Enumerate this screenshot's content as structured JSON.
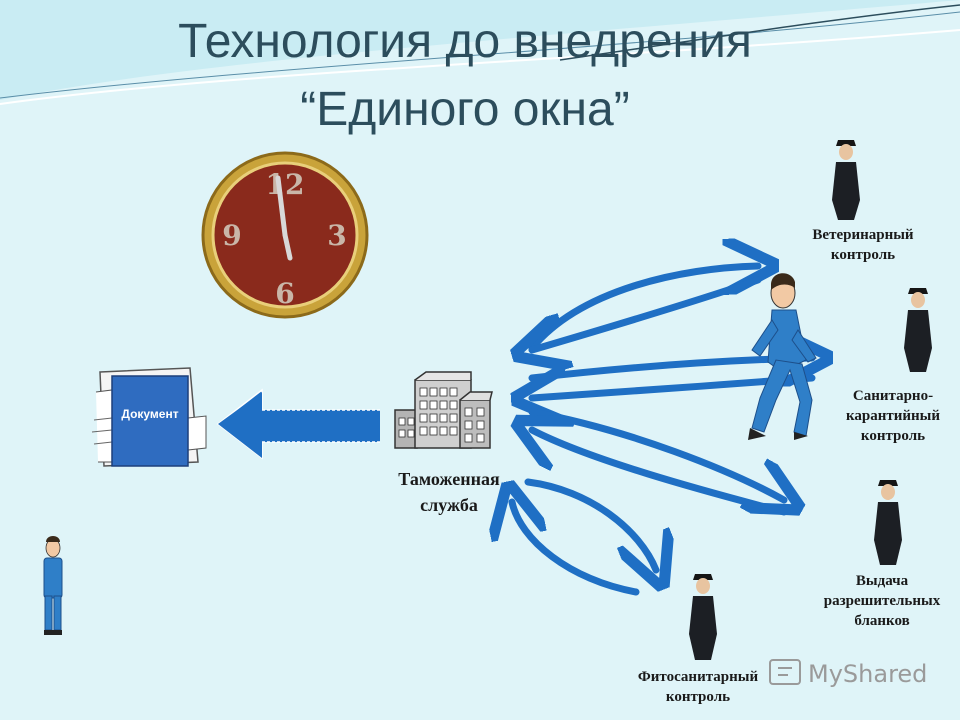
{
  "title": {
    "line1": "Технология до внедрения",
    "line2": "“Единого окна”"
  },
  "clock": {
    "numbers": [
      "12",
      "3",
      "6",
      "9"
    ]
  },
  "document": {
    "label": "Документ"
  },
  "customs": {
    "label_line1": "Таможенная",
    "label_line2": "служба"
  },
  "officers": [
    {
      "id": "veterinary",
      "lines": [
        "Ветеринарный",
        "контроль"
      ]
    },
    {
      "id": "sanitary",
      "lines": [
        "Санитарно-",
        "карантийный",
        "контроль"
      ]
    },
    {
      "id": "permits",
      "lines": [
        "Выдача",
        "разрешительных",
        "бланков"
      ]
    },
    {
      "id": "phytosanitary",
      "lines": [
        "Фитосанитарный",
        "контроль"
      ]
    }
  ],
  "watermark": {
    "text": "MyShared"
  },
  "colors": {
    "background": "#dff4f8",
    "arrow": "#1f6fc4",
    "title": "#2c4d5c",
    "suit": "#2f7fc8",
    "uniform": "#1c1f24"
  }
}
